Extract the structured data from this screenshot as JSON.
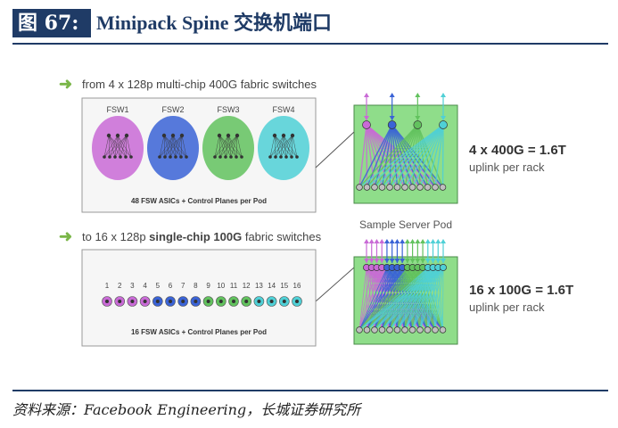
{
  "header": {
    "figure_no": "图 67:",
    "title": "Minipack Spine 交换机端口"
  },
  "top": {
    "arrow_text": "from 4 x 128p multi-chip 400G fabric switches",
    "fsw_labels": [
      "FSW1",
      "FSW2",
      "FSW3",
      "FSW4"
    ],
    "caption": "48 FSW ASICs + Control Planes per Pod",
    "uplink_rate": "4 x 400G = 1.6T",
    "uplink_sub": "uplink per rack"
  },
  "middle_label": "Sample Server Pod",
  "bottom": {
    "arrow_prefix": "to 16 x 128p ",
    "arrow_bold": "single-chip 100G",
    "arrow_suffix": " fabric switches",
    "numbers": [
      "1",
      "2",
      "3",
      "4",
      "5",
      "6",
      "7",
      "8",
      "9",
      "10",
      "11",
      "12",
      "13",
      "14",
      "15",
      "16"
    ],
    "caption": "16 FSW ASICs + Control Planes per Pod",
    "uplink_rate": "16 x 100G = 1.6T",
    "uplink_sub": "uplink per rack"
  },
  "colors": {
    "purple": "#c96ad6",
    "blue": "#3a63d6",
    "green": "#62c25e",
    "cyan": "#4fd0d6",
    "navy": "#1f3b66",
    "arrow_green": "#7ab648"
  },
  "source": "资料来源：Facebook Engineering，长城证券研究所"
}
